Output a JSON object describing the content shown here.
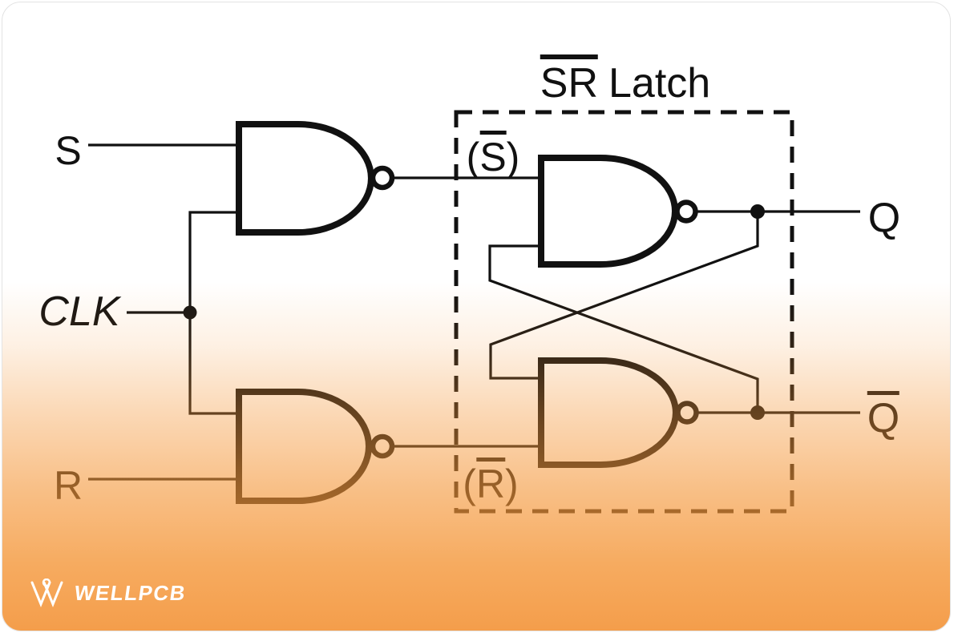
{
  "title": {
    "sr": "SR",
    "latch": "Latch"
  },
  "labels": {
    "s_input": "S",
    "clk_input": "CLK",
    "r_input": "R",
    "s_bar": {
      "open": "(",
      "letter": "S",
      "close": ")"
    },
    "r_bar": {
      "open": "(",
      "letter": "R",
      "close": ")"
    },
    "q_output": "Q",
    "q_bar_output": "Q"
  },
  "logo": {
    "text": "WELLPCB"
  },
  "colors": {
    "line": "#111111",
    "orange": "#f49638",
    "card_border": "#e3e3e3"
  }
}
